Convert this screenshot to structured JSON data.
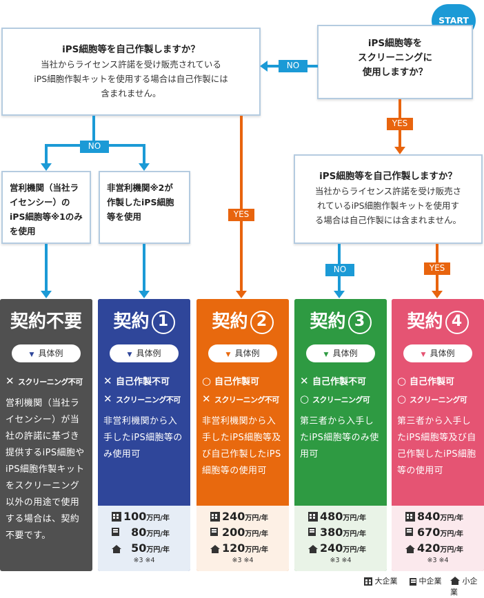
{
  "start_label": "START",
  "q_screening": {
    "lines": [
      "iPS細胞等を",
      "スクリーニングに",
      "使用しますか？"
    ]
  },
  "q_self_left": {
    "title": "iPS細胞等を自己作製しますか？",
    "lines": [
      "当社からライセンス許諾を受け販売されている",
      "iPS細胞作製キットを使用する場合は自己作製には",
      "含まれません。"
    ]
  },
  "q_self_right": {
    "title": "iPS細胞等を自己作製しますか？",
    "lines": [
      "当社からライセンス許諾を受け販売さ",
      "れているiPS細胞作製キットを使用す",
      "る場合は自己作製には含まれません。"
    ]
  },
  "q_commercial": {
    "lines": [
      "営利機関（当社ラ",
      "イセンシー）の",
      "iPS細胞等※1のみ",
      "を使用"
    ]
  },
  "q_nonprofit": {
    "lines": [
      "非営利機関※2が",
      "作製したiPS細胞",
      "等を使用"
    ]
  },
  "labels": {
    "no": "NO",
    "yes": "YES"
  },
  "example_label": "具体例",
  "mark_labels": {
    "self": "自己作製",
    "screening": "スクリーニング"
  },
  "cards": [
    {
      "title": "契約不要",
      "num": "",
      "color": "#505050",
      "foot_color": "#505050",
      "marks": [
        {
          "sym": "✕",
          "text": "スクリーニング不可",
          "small": true
        }
      ],
      "desc": "営利機関（当社ライセンシー）が当社の許諾に基づき提供するiPS細胞やiPS細胞作製キットをスクリーニング以外の用途で使用する場合は、契約不要です。",
      "prices": [],
      "note": ""
    },
    {
      "title": "契約",
      "num": "1",
      "color": "#2f469a",
      "foot_color": "#e6edf6",
      "marks": [
        {
          "sym": "✕",
          "text": "自己作製不可",
          "small": false
        },
        {
          "sym": "✕",
          "text": "スクリーニング不可",
          "small": true
        }
      ],
      "desc": "非営利機関から入手したiPS細胞等のみ使用可",
      "prices": [
        {
          "value": "100",
          "unit": "万円/年"
        },
        {
          "value": "80",
          "unit": "万円/年"
        },
        {
          "value": "50",
          "unit": "万円/年"
        }
      ],
      "note": "※3 ※4"
    },
    {
      "title": "契約",
      "num": "2",
      "color": "#e8690e",
      "foot_color": "#fdf0e5",
      "marks": [
        {
          "sym": "○",
          "text": "自己作製可",
          "small": false
        },
        {
          "sym": "✕",
          "text": "スクリーニング不可",
          "small": true
        }
      ],
      "desc": "非営利機関から入手したiPS細胞等及び自己作製したiPS細胞等の使用可",
      "prices": [
        {
          "value": "240",
          "unit": "万円/年"
        },
        {
          "value": "200",
          "unit": "万円/年"
        },
        {
          "value": "120",
          "unit": "万円/年"
        }
      ],
      "note": "※3 ※4"
    },
    {
      "title": "契約",
      "num": "3",
      "color": "#2e9a42",
      "foot_color": "#e9f3e7",
      "marks": [
        {
          "sym": "✕",
          "text": "自己作製不可",
          "small": false
        },
        {
          "sym": "○",
          "text": "スクリーニング可",
          "small": true
        }
      ],
      "desc": "第三者から入手したiPS細胞等のみ使用可",
      "prices": [
        {
          "value": "480",
          "unit": "万円/年"
        },
        {
          "value": "380",
          "unit": "万円/年"
        },
        {
          "value": "240",
          "unit": "万円/年"
        }
      ],
      "note": "※3 ※4"
    },
    {
      "title": "契約",
      "num": "4",
      "color": "#e55473",
      "foot_color": "#fbe9ed",
      "marks": [
        {
          "sym": "○",
          "text": "自己作製可",
          "small": false
        },
        {
          "sym": "○",
          "text": "スクリーニング可",
          "small": true
        }
      ],
      "desc": "第三者から入手したiPS細胞等及び自己作製したiPS細胞等の使用可",
      "prices": [
        {
          "value": "840",
          "unit": "万円/年"
        },
        {
          "value": "670",
          "unit": "万円/年"
        },
        {
          "value": "420",
          "unit": "万円/年"
        }
      ],
      "note": "※3 ※4"
    }
  ],
  "legend": {
    "large": "大企業",
    "medium": "中企業",
    "small": "小企業"
  }
}
